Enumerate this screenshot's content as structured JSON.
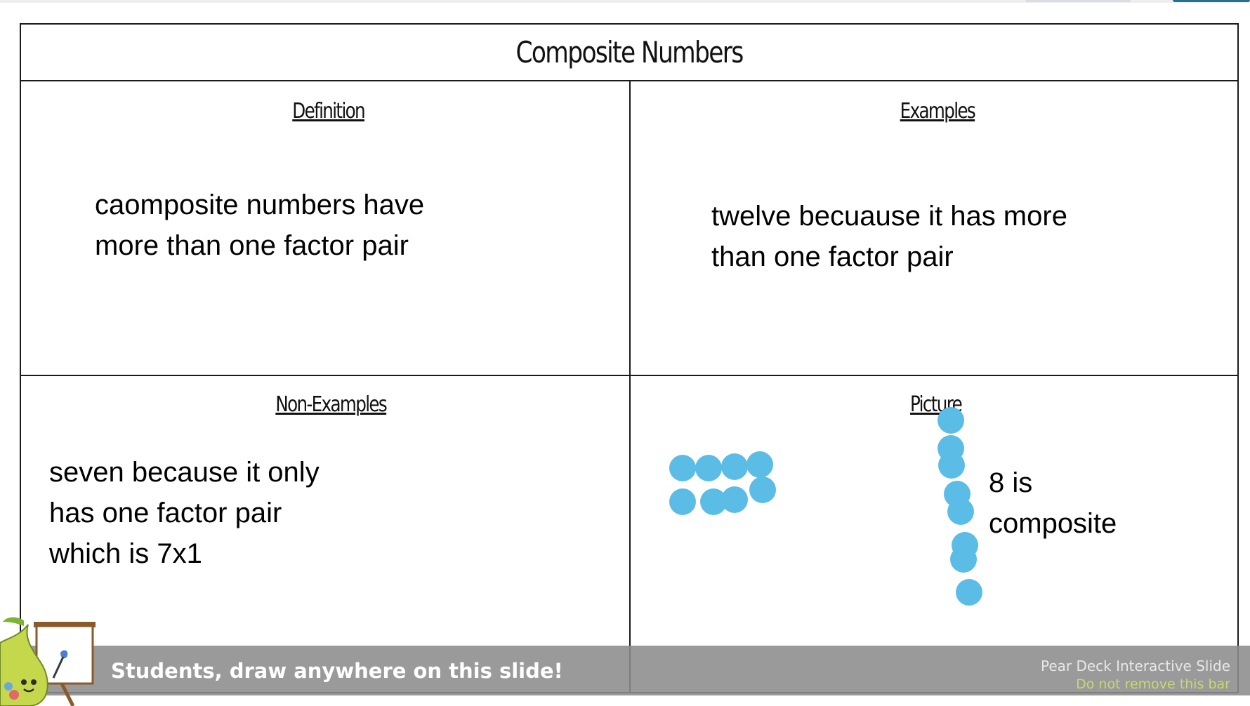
{
  "slide": {
    "title": "Composite Numbers",
    "definition": {
      "heading": "Definition",
      "lines": [
        "caomposite numbers have",
        "more than one factor pair"
      ]
    },
    "examples": {
      "heading": "Examples",
      "lines": [
        "twelve becuause it has more",
        "than one factor pair"
      ]
    },
    "non_examples": {
      "heading": "Non-Examples",
      "lines": [
        "seven because it only",
        "has one factor pair",
        "which is 7x1"
      ]
    },
    "picture": {
      "heading": "Picture",
      "lines": [
        "8 is",
        "composite"
      ],
      "dot_color": "#5bbde6"
    }
  },
  "peardeck_bar": {
    "prompt": "Students, draw anywhere on this slide!",
    "label": "Pear Deck Interactive Slide",
    "note": "Do not remove this bar",
    "note_color": "#c9d96a"
  },
  "mascot_icon": "pear-painter-icon"
}
